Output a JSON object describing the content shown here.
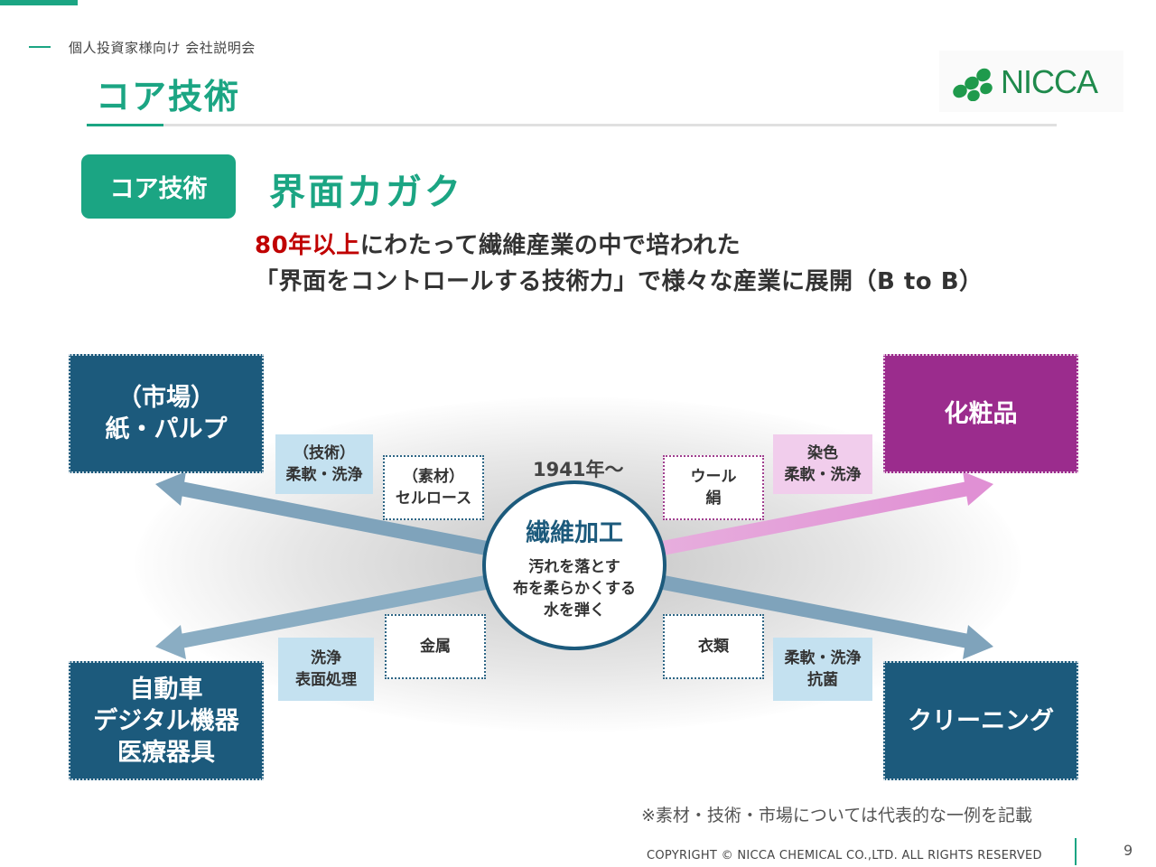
{
  "header": {
    "subtitle": "個人投資家様向け 会社説明会",
    "title": "コア技術",
    "logo_text": "NICCA"
  },
  "core": {
    "badge": "コア技術",
    "headline": "界面カガク",
    "desc_red": "80年以上",
    "desc_line1_rest": "にわたって繊維産業の中で培われた",
    "desc_line2": "「界面をコントロールする技術力」で様々な産業に展開（B to B）"
  },
  "diagram": {
    "center": {
      "year": "1941年～",
      "title": "繊維加工",
      "lines": [
        "汚れを落とす",
        "布を柔らかくする",
        "水を弾く"
      ]
    },
    "markets": {
      "paper": [
        "（市場）",
        "紙・パルプ"
      ],
      "cosmetics": [
        "化粧品"
      ],
      "automotive": [
        "自動車",
        "デジタル機器",
        "医療器具"
      ],
      "cleaning": [
        "クリーニング"
      ]
    },
    "tags": {
      "paper_tech": [
        "（技術）",
        "柔軟・洗浄"
      ],
      "paper_material": [
        "（素材）",
        "セルロース"
      ],
      "cosmetics_material": [
        "ウール",
        "絹"
      ],
      "cosmetics_tech": [
        "染色",
        "柔軟・洗浄"
      ],
      "auto_tech": [
        "洗浄",
        "表面処理"
      ],
      "auto_material": [
        "金属"
      ],
      "cleaning_material": [
        "衣類"
      ],
      "cleaning_tech": [
        "柔軟・洗浄",
        "抗菌"
      ]
    },
    "colors": {
      "market_blue": "#1c5a7c",
      "market_purple": "#9b2c8d",
      "arrow_blue": "#7fa3bb",
      "arrow_pink": "#e1a5d8",
      "accent_green": "#1ba583"
    }
  },
  "footer": {
    "note": "※素材・技術・市場については代表的な一例を記載",
    "copyright": "COPYRIGHT © NICCA CHEMICAL CO.,LTD. ALL RIGHTS RESERVED",
    "page": "9"
  }
}
